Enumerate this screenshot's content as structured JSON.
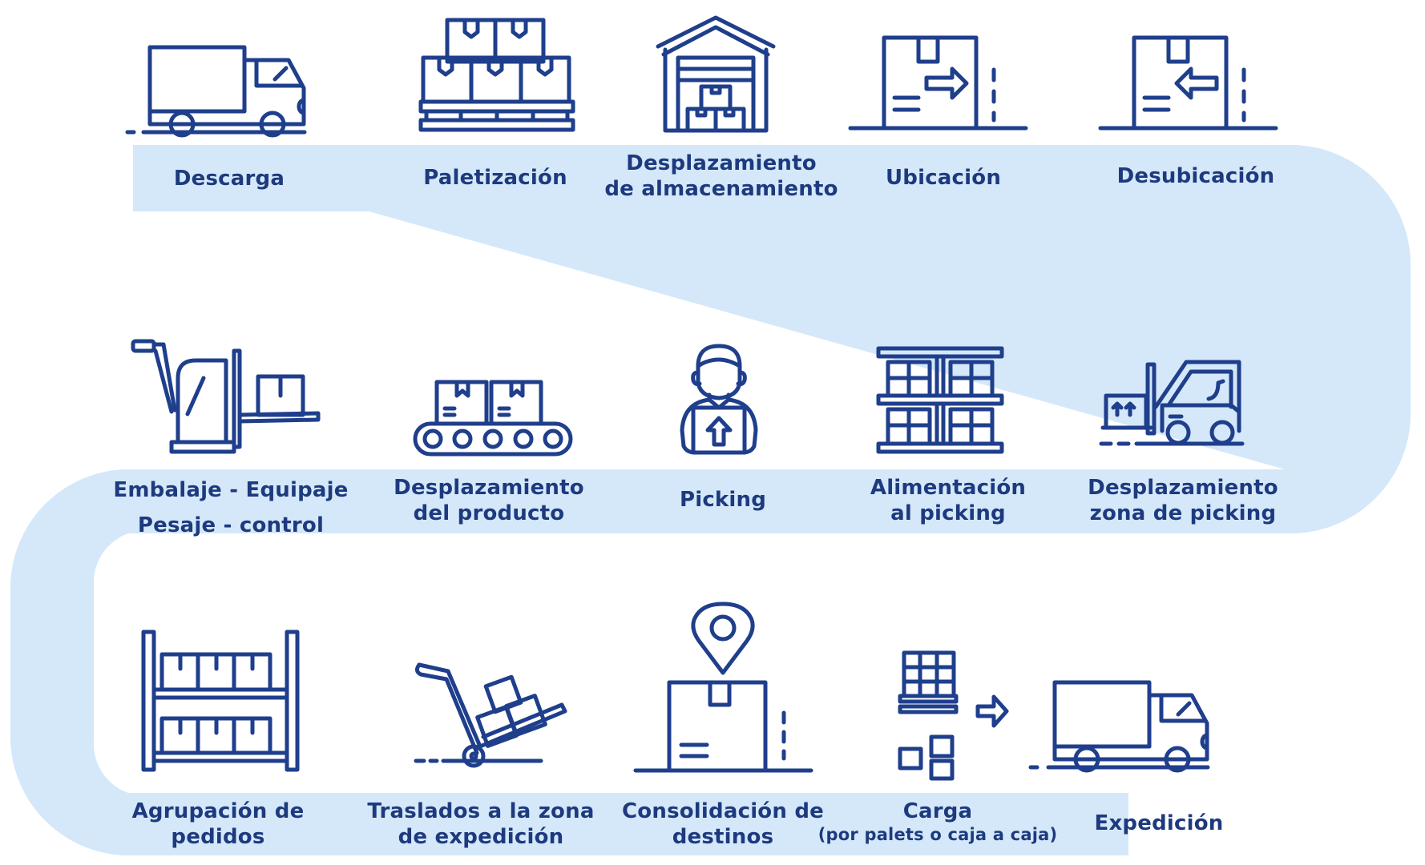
{
  "diagram": {
    "title": "Warehouse logistics process flow",
    "colors": {
      "band": "#d4e8fa",
      "ink": "#1f3f8c",
      "text": "#1e3a7e",
      "background": "#ffffff"
    },
    "flow_direction": "serpentine: row1 left-to-right, row2 right-to-left, row3 left-to-right",
    "rows": [
      {
        "steps": [
          {
            "id": 1,
            "icon": "delivery-truck-icon",
            "lines": [
              "Descarga"
            ]
          },
          {
            "id": 2,
            "icon": "palletized-boxes-icon",
            "lines": [
              "Paletización"
            ]
          },
          {
            "id": 3,
            "icon": "warehouse-icon",
            "lines": [
              "Desplazamiento",
              "de almacenamiento"
            ]
          },
          {
            "id": 4,
            "icon": "box-arrow-right-icon",
            "lines": [
              "Ubicación"
            ]
          },
          {
            "id": 5,
            "icon": "box-arrow-left-icon",
            "lines": [
              "Desubicación"
            ]
          }
        ]
      },
      {
        "steps": [
          {
            "id": 6,
            "icon": "forklift-icon",
            "lines": [
              "Desplazamiento",
              "zona de picking"
            ]
          },
          {
            "id": 7,
            "icon": "storage-rack-icon",
            "lines": [
              "Alimentación",
              "al picking"
            ]
          },
          {
            "id": 8,
            "icon": "worker-holding-box-icon",
            "lines": [
              "Picking"
            ]
          },
          {
            "id": 9,
            "icon": "conveyor-belt-icon",
            "lines": [
              "Desplazamiento",
              "del producto"
            ]
          },
          {
            "id": 10,
            "icon": "pallet-stacker-icon",
            "lines": [
              "Embalaje - Equipaje",
              "Pesaje - control"
            ]
          }
        ]
      },
      {
        "steps": [
          {
            "id": 11,
            "icon": "shelving-icon",
            "lines": [
              "Agrupación de",
              "pedidos"
            ]
          },
          {
            "id": 12,
            "icon": "hand-truck-icon",
            "lines": [
              "Traslados a la zona",
              "de expedición"
            ]
          },
          {
            "id": 13,
            "icon": "box-location-pin-icon",
            "lines": [
              "Consolidación de",
              "destinos"
            ]
          },
          {
            "id": 14,
            "icon": "pallet-and-boxes-to-truck-icon",
            "lines": [
              "Carga"
            ],
            "sub": "(por palets o caja a caja)"
          },
          {
            "id": 15,
            "icon": "delivery-truck-icon",
            "lines": [
              "Expedición"
            ]
          }
        ]
      }
    ]
  },
  "labels": {
    "descarga": "Descarga",
    "paletizacion": "Paletización",
    "desp_alm_1": "Desplazamiento",
    "desp_alm_2": "de almacenamiento",
    "ubicacion": "Ubicación",
    "desubicacion": "Desubicación",
    "embalaje_1": "Embalaje - Equipaje",
    "embalaje_2": "Pesaje - control",
    "desp_prod_1": "Desplazamiento",
    "desp_prod_2": "del producto",
    "picking": "Picking",
    "alim_1": "Alimentación",
    "alim_2": "al picking",
    "desp_zona_1": "Desplazamiento",
    "desp_zona_2": "zona de picking",
    "agrup_1": "Agrupación de",
    "agrup_2": "pedidos",
    "trasl_1": "Traslados a la zona",
    "trasl_2": "de expedición",
    "consol_1": "Consolidación de",
    "consol_2": "destinos",
    "carga": "Carga",
    "carga_sub": "(por palets o caja a caja)",
    "expedicion": "Expedición"
  }
}
